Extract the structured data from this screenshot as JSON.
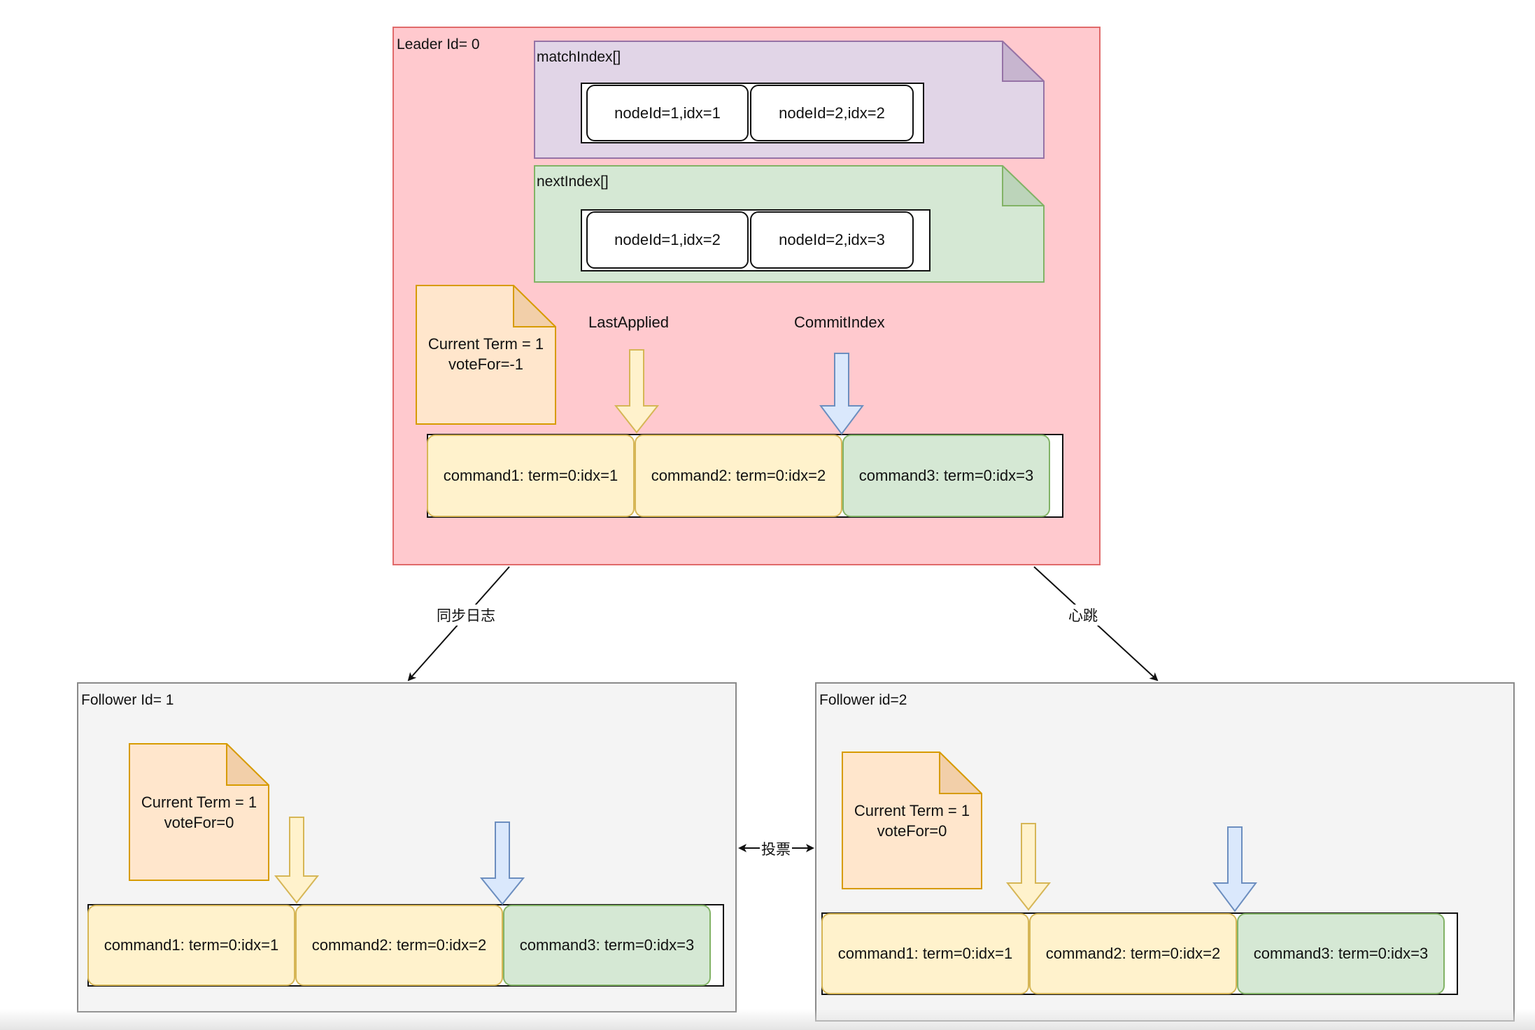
{
  "leader": {
    "title": "Leader Id= 0",
    "matchIndex": {
      "title": "matchIndex[]",
      "cells": [
        "nodeId=1,idx=1",
        "nodeId=2,idx=2"
      ]
    },
    "nextIndex": {
      "title": "nextIndex[]",
      "cells": [
        "nodeId=1,idx=2",
        "nodeId=2,idx=3"
      ]
    },
    "state": {
      "line1": "Current Term = 1",
      "line2": "voteFor=-1"
    },
    "pointers": {
      "last_applied": "LastApplied",
      "commit_index": "CommitIndex"
    },
    "log": [
      "command1: term=0:idx=1",
      "command2: term=0:idx=2",
      "command3: term=0:idx=3"
    ]
  },
  "follower1": {
    "title": "Follower Id= 1",
    "state": {
      "line1": "Current Term = 1",
      "line2": "voteFor=0"
    },
    "log": [
      "command1: term=0:idx=1",
      "command2: term=0:idx=2",
      "command3: term=0:idx=3"
    ]
  },
  "follower2": {
    "title": "Follower id=2",
    "state": {
      "line1": "Current Term = 1",
      "line2": "voteFor=0"
    },
    "log": [
      "command1: term=0:idx=1",
      "command2: term=0:idx=2",
      "command3: term=0:idx=3"
    ]
  },
  "edges": {
    "sync_log": "同步日志",
    "heartbeat": "心跳",
    "vote": "投票"
  },
  "colors": {
    "leader_fill": "#ffc9ce",
    "leader_stroke": "#e06a6a",
    "match_fill": "#e1d5e7",
    "match_stroke": "#9673a6",
    "next_fill": "#d5e8d4",
    "next_stroke": "#82b366",
    "state_fill": "#ffe6cc",
    "state_stroke": "#d79b00",
    "log_yellow": "#fff2cc",
    "log_green": "#d5e8d4",
    "arrow_yellow": "#fff2cc",
    "arrow_blue": "#dae8fc"
  }
}
